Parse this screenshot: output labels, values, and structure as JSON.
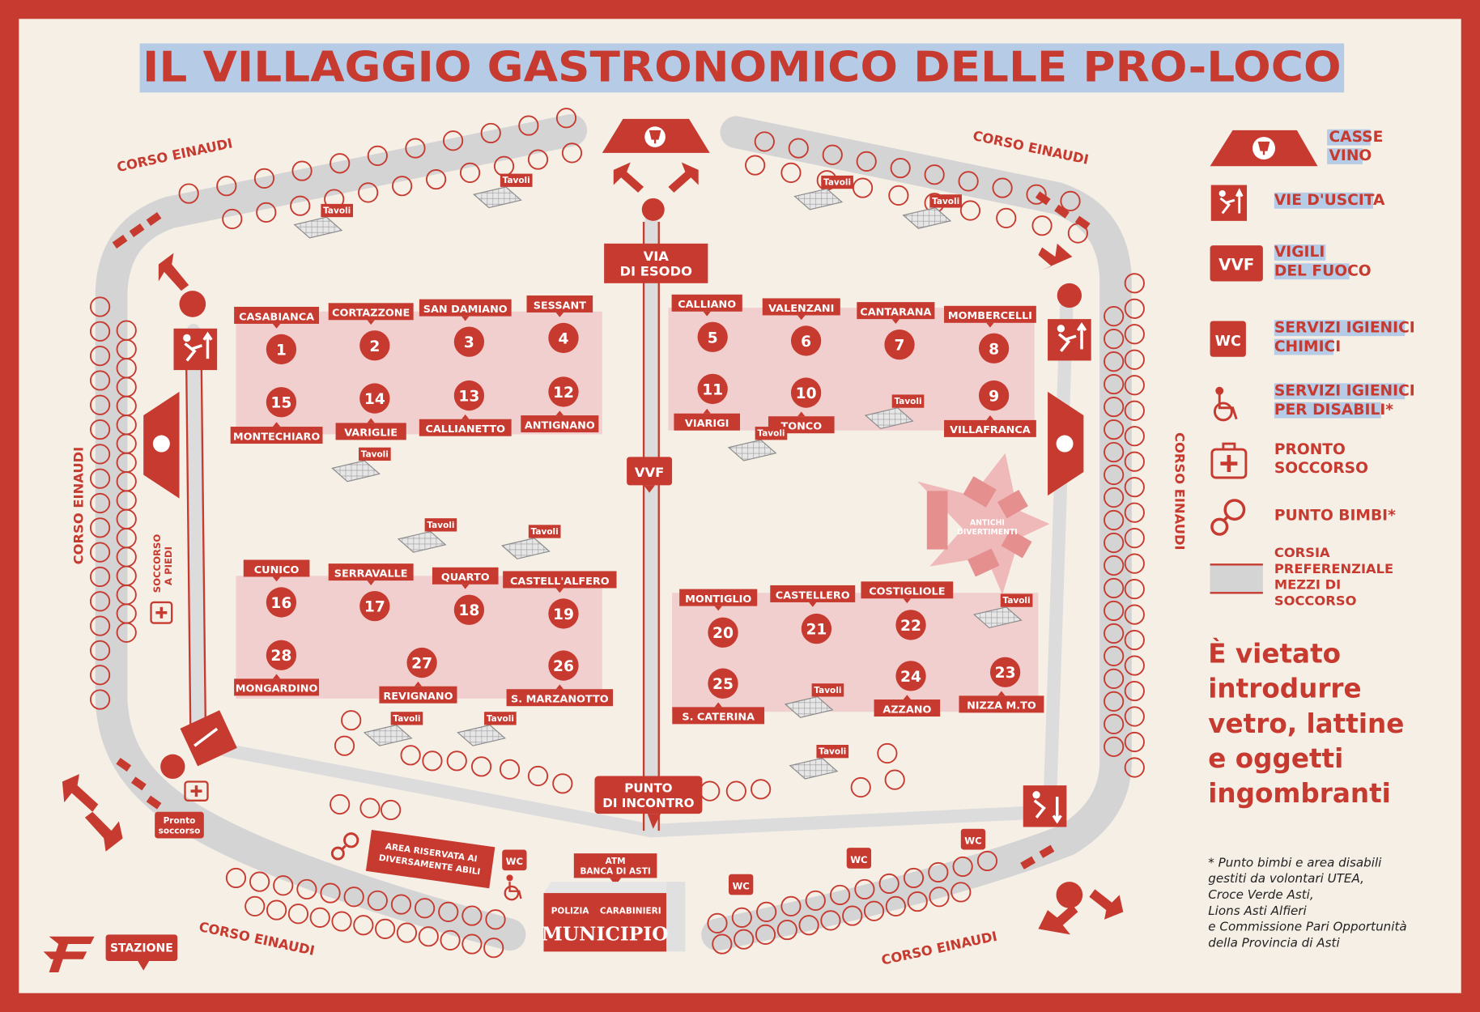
{
  "title": "IL VILLAGGIO GASTRONOMICO DELLE PRO-LOCO",
  "colors": {
    "red": "#c63a2f",
    "cream": "#f5efe6",
    "pink": "#f2cfcf",
    "road": "#d7d7d7",
    "title_highlight": "#b6cbe6"
  },
  "streets": {
    "top_left": "CORSO EINAUDI",
    "top_right": "CORSO EINAUDI",
    "left": "CORSO EINAUDI",
    "right": "CORSO EINAUDI",
    "bottom_left": "CORSO EINAUDI",
    "bottom_right": "CORSO EINAUDI"
  },
  "stands": [
    {
      "n": "1",
      "name": "CASABIANCA"
    },
    {
      "n": "2",
      "name": "CORTAZZONE"
    },
    {
      "n": "3",
      "name": "SAN DAMIANO"
    },
    {
      "n": "4",
      "name": "SESSANT"
    },
    {
      "n": "15",
      "name": "MONTECHIARO"
    },
    {
      "n": "14",
      "name": "VARIGLIE"
    },
    {
      "n": "13",
      "name": "CALLIANETTO"
    },
    {
      "n": "12",
      "name": "ANTIGNANO"
    },
    {
      "n": "5",
      "name": "CALLIANO"
    },
    {
      "n": "6",
      "name": "VALENZANI"
    },
    {
      "n": "7",
      "name": "CANTARANA"
    },
    {
      "n": "8",
      "name": "MOMBERCELLI"
    },
    {
      "n": "11",
      "name": "VIARIGI"
    },
    {
      "n": "10",
      "name": "TONCO"
    },
    {
      "n": "9",
      "name": "VILLAFRANCA"
    },
    {
      "n": "16",
      "name": "CUNICO"
    },
    {
      "n": "17",
      "name": "SERRAVALLE"
    },
    {
      "n": "18",
      "name": "QUARTO"
    },
    {
      "n": "19",
      "name": "CASTELL'ALFERO"
    },
    {
      "n": "28",
      "name": "MONGARDINO"
    },
    {
      "n": "27",
      "name": "REVIGNANO"
    },
    {
      "n": "26",
      "name": "S. MARZANOTTO"
    },
    {
      "n": "20",
      "name": "MONTIGLIO"
    },
    {
      "n": "21",
      "name": "CASTELLERO"
    },
    {
      "n": "22",
      "name": "COSTIGLIOLE"
    },
    {
      "n": "25",
      "name": "S. CATERINA"
    },
    {
      "n": "24",
      "name": "AZZANO"
    },
    {
      "n": "23",
      "name": "NIZZA M.TO"
    }
  ],
  "map_labels": {
    "tavoli": "Tavoli",
    "via_esodo": [
      "VIA",
      "DI ESODO"
    ],
    "vvf": "VVF",
    "punto_incontro": [
      "PUNTO",
      "DI INCONTRO"
    ],
    "antichi": [
      "ANTICHI",
      "DIVERTIMENTI"
    ],
    "soccorso_piedi": [
      "SOCCORSO",
      "A PIEDI"
    ],
    "pronto_soccorso": [
      "Pronto",
      "soccorso"
    ],
    "area_riservata": [
      "AREA RISERVATA AI",
      "DIVERSAMENTE ABILI"
    ],
    "wc": "WC",
    "atm": [
      "ATM",
      "BANCA DI ASTI"
    ],
    "polizia": "POLIZIA",
    "carabinieri": "CARABINIERI",
    "municipio": "MUNICIPIO",
    "stazione": "STAZIONE"
  },
  "legend": [
    {
      "icon": "wine-cash-icon",
      "label": [
        "CASSE",
        "VINO"
      ],
      "highlight": true
    },
    {
      "icon": "emergency-exit-icon",
      "label": [
        "VIE D'USCITA"
      ],
      "highlight": true
    },
    {
      "icon": "fire-brigade-icon",
      "label": [
        "VIGILI",
        "DEL FUOCO"
      ],
      "highlight": true,
      "badge": "VVF"
    },
    {
      "icon": "wc-icon",
      "label": [
        "SERVIZI IGIENICI",
        "CHIMICI"
      ],
      "highlight": true,
      "badge": "WC"
    },
    {
      "icon": "wheelchair-icon",
      "label": [
        "SERVIZI IGIENICI",
        "PER DISABILI*"
      ],
      "highlight": true
    },
    {
      "icon": "first-aid-icon",
      "label": [
        "PRONTO",
        "SOCCORSO"
      ],
      "highlight": false
    },
    {
      "icon": "pacifier-icon",
      "label": [
        "PUNTO BIMBI*"
      ],
      "highlight": false
    },
    {
      "icon": "lane-icon",
      "label": [
        "CORSIA",
        "PREFERENZIALE",
        "MEZZI DI",
        "SOCCORSO"
      ],
      "highlight": false
    }
  ],
  "warning": [
    "È vietato",
    "introdurre",
    "vetro, lattine",
    "e oggetti",
    "ingombranti"
  ],
  "footnote": [
    "* Punto bimbi e area disabili",
    "gestiti da volontari UTEA,",
    "Croce Verde Asti,",
    "Lions Asti Alfieri",
    "e Commissione Pari Opportunità",
    "della Provincia di Asti"
  ]
}
